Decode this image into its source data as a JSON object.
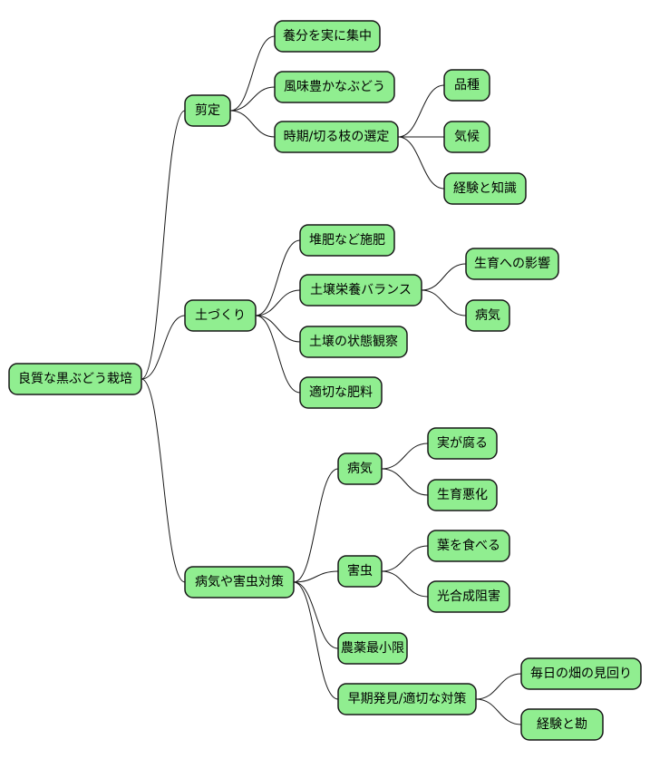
{
  "colors": {
    "node_fill": "#90ee90",
    "stroke": "#181818",
    "text": "#000000"
  },
  "mindmap": {
    "root": "良質な黒ぶどう栽培",
    "branches": [
      {
        "label": "剪定",
        "children": [
          {
            "label": "養分を実に集中"
          },
          {
            "label": "風味豊かなぶどう"
          },
          {
            "label": "時期/切る枝の選定",
            "children": [
              "品種",
              "気候",
              "経験と知識"
            ]
          }
        ]
      },
      {
        "label": "土づくり",
        "children": [
          {
            "label": "堆肥など施肥"
          },
          {
            "label": "土壌栄養バランス",
            "children": [
              "生育への影響",
              "病気"
            ]
          },
          {
            "label": "土壌の状態観察"
          },
          {
            "label": "適切な肥料"
          }
        ]
      },
      {
        "label": "病気や害虫対策",
        "children": [
          {
            "label": "病気",
            "children": [
              "実が腐る",
              "生育悪化"
            ]
          },
          {
            "label": "害虫",
            "children": [
              "葉を食べる",
              "光合成阻害"
            ]
          },
          {
            "label": "農薬最小限"
          },
          {
            "label": "早期発見/適切な対策",
            "children": [
              "毎日の畑の見回り",
              "経験と勘"
            ]
          }
        ]
      }
    ]
  }
}
